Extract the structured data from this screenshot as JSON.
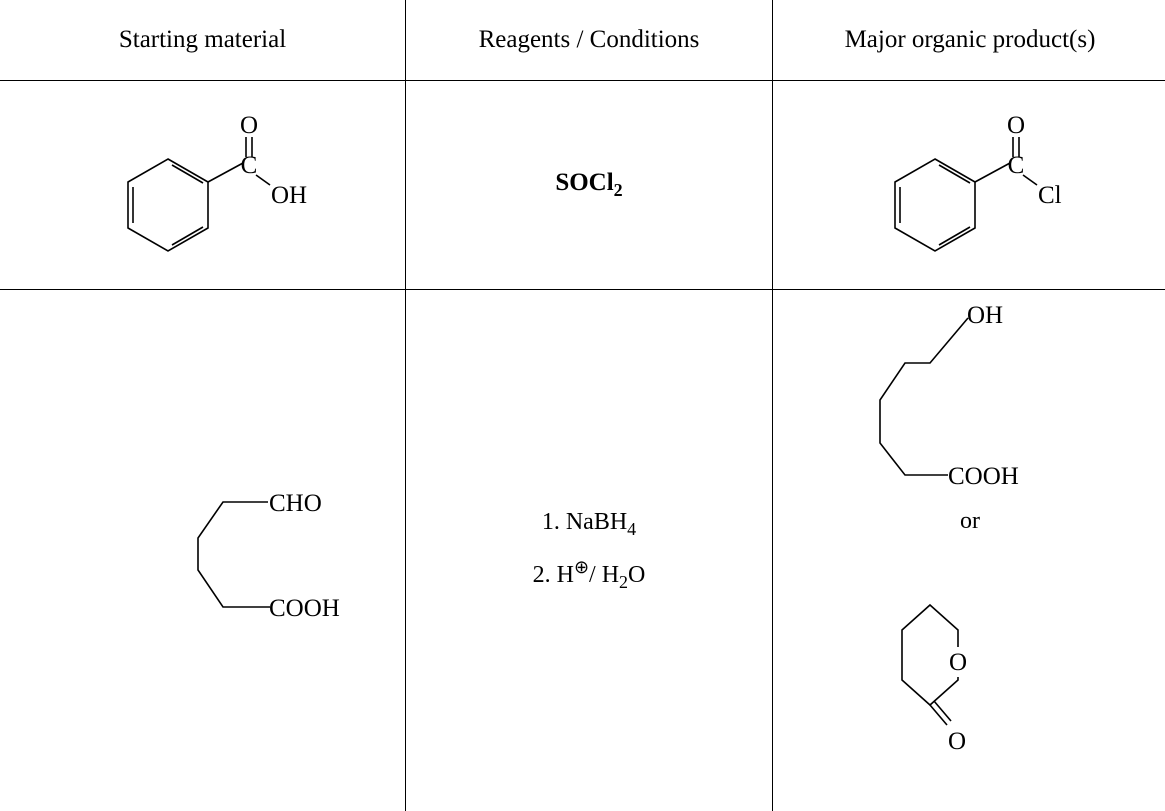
{
  "table": {
    "headers": [
      "Starting material",
      "Reagents / Conditions",
      "Major organic product(s)"
    ],
    "row1": {
      "start": {
        "o_label": "O",
        "c_label": "C",
        "group": "OH"
      },
      "reagent": {
        "main": "SOCl",
        "sub": "2"
      },
      "product": {
        "o_label": "O",
        "c_label": "C",
        "group": "Cl"
      }
    },
    "row2": {
      "start": {
        "top_group": "CHO",
        "bottom_group": "COOH"
      },
      "reagent": {
        "step1_prefix": "1. NaBH",
        "step1_sub": "4",
        "step2_prefix": "2. H",
        "step2_sup": "⊕",
        "step2_mid": "/ H",
        "step2_sub": "2",
        "step2_suffix": "O"
      },
      "product": {
        "top_group": "OH",
        "bottom_group": "COOH",
        "or_text": "or",
        "ring_o_label": "O",
        "carbonyl_o_label": "O"
      }
    }
  }
}
